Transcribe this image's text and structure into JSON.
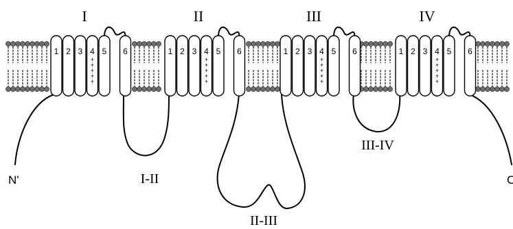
{
  "domains": [
    {
      "label": "I"
    },
    {
      "label": "II"
    },
    {
      "label": "III"
    },
    {
      "label": "IV"
    }
  ],
  "segment_numbers": [
    "1",
    "2",
    "3",
    "4",
    "5",
    "6"
  ],
  "voltage_sensor_marks": [
    "+",
    "+",
    "+",
    "+",
    "+"
  ],
  "loops": [
    {
      "label": "I-II"
    },
    {
      "label": "II-III"
    },
    {
      "label": "III-IV"
    }
  ],
  "termini": {
    "n": "N'",
    "c": "C"
  }
}
